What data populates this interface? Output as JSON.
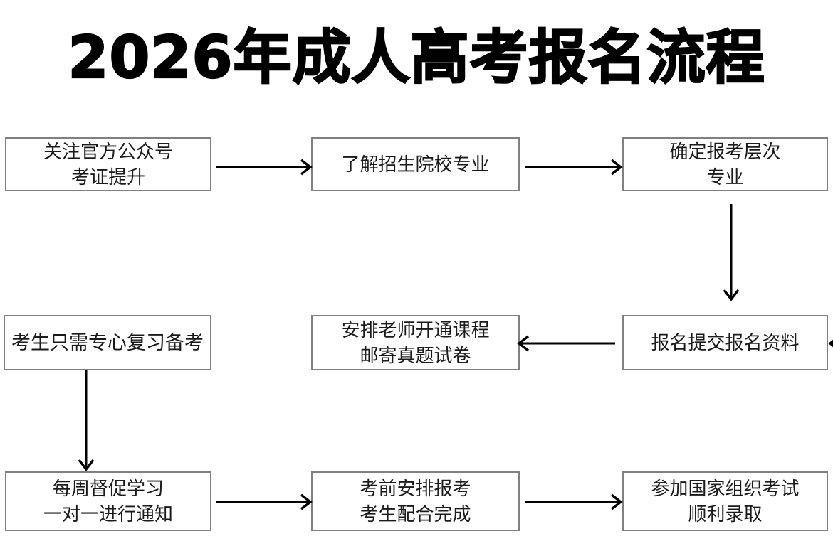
{
  "title": "2026年成人高考报名流程",
  "flowchart": {
    "nodes": [
      {
        "id": "node-1",
        "lines": [
          "关注官方公众号",
          "考证提升"
        ]
      },
      {
        "id": "node-2",
        "lines": [
          "了解招生院校专业"
        ]
      },
      {
        "id": "node-3",
        "lines": [
          "确定报考层次",
          "专业"
        ]
      },
      {
        "id": "node-4",
        "lines": [
          "考生只需专心复习备考"
        ]
      },
      {
        "id": "node-5",
        "lines": [
          "安排老师开通课程",
          "邮寄真题试卷"
        ]
      },
      {
        "id": "node-6",
        "lines": [
          "报名提交报名资料"
        ]
      },
      {
        "id": "node-7",
        "lines": [
          "每周督促学习",
          "一对一进行通知"
        ]
      },
      {
        "id": "node-8",
        "lines": [
          "考前安排报考",
          "考生配合完成"
        ]
      },
      {
        "id": "node-9",
        "lines": [
          "参加国家组织考试",
          "顺利录取"
        ]
      }
    ],
    "edges": [
      {
        "id": "arrow-1",
        "from": "node-1",
        "to": "node-2",
        "direction": "right"
      },
      {
        "id": "arrow-2",
        "from": "node-2",
        "to": "node-3",
        "direction": "right"
      },
      {
        "id": "arrow-3",
        "from": "node-3",
        "to": "node-6",
        "direction": "down"
      },
      {
        "id": "arrow-4",
        "from": "node-6",
        "to": "node-5",
        "direction": "left"
      },
      {
        "id": "arrow-5",
        "from": "node-5",
        "to": "node-4",
        "direction": "left"
      },
      {
        "id": "arrow-6",
        "from": "node-4",
        "to": "node-7",
        "direction": "down"
      },
      {
        "id": "arrow-7",
        "from": "node-7",
        "to": "node-8",
        "direction": "right"
      },
      {
        "id": "arrow-8",
        "from": "node-8",
        "to": "node-9",
        "direction": "right"
      }
    ]
  },
  "colors": {
    "background": "#ffffff",
    "box_border": "#808080",
    "box_fill": "#ffffff",
    "text": "#1a1a1a",
    "title_text": "#000000",
    "arrow": "#000000"
  }
}
